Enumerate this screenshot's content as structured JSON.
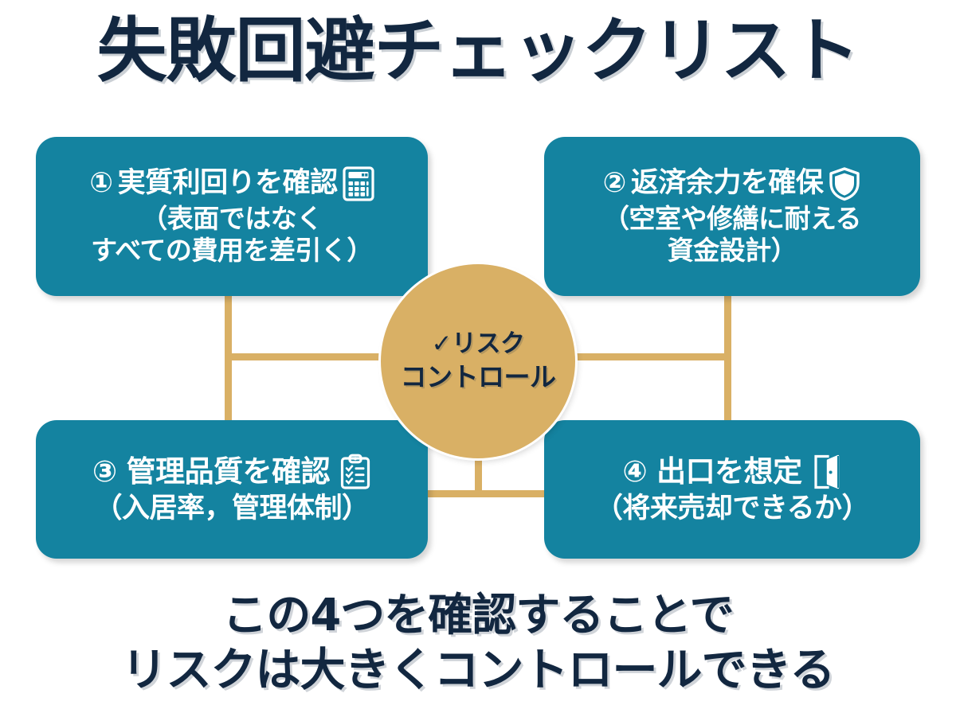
{
  "title": "失敗回避チェックリスト",
  "center": {
    "line1": "✓リスク",
    "line2": "コントロール",
    "color": "#D9B065"
  },
  "theme": {
    "box_color": "#1483A0",
    "accent_color": "#D9B065",
    "text_dark": "#122740",
    "background": "#FFFFFF"
  },
  "boxes": [
    {
      "number": "①",
      "heading": "実質利回りを確認",
      "icon": "calculator-icon",
      "sub_lines": [
        "（表面ではなく",
        "すべての費用を差引く）"
      ]
    },
    {
      "number": "②",
      "heading": "返済余力を確保",
      "icon": "shield-icon",
      "sub_lines": [
        "（空室や修繕に耐える",
        "資金設計）"
      ]
    },
    {
      "number": "③",
      "heading": "管理品質を確認",
      "icon": "clipboard-checklist-icon",
      "sub_lines": [
        "（入居率，管理体制）"
      ]
    },
    {
      "number": "④",
      "heading": "出口を想定",
      "icon": "door-open-icon",
      "sub_lines": [
        "（将来売却できるか）"
      ]
    }
  ],
  "footer": {
    "line1": "この4つを確認することで",
    "line2": "リスクは大きくコントロールできる"
  }
}
